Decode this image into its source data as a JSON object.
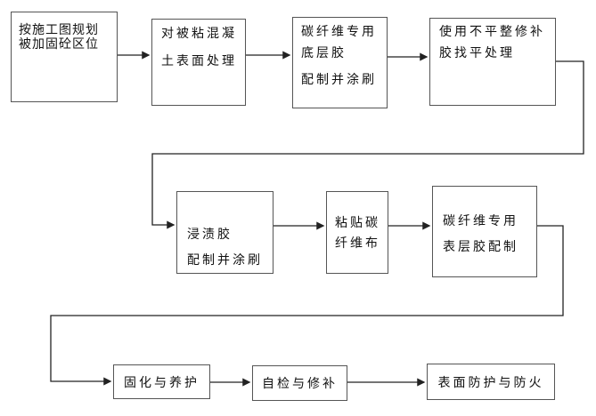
{
  "colors": {
    "box_border": "#555555",
    "connector": "#222222",
    "text": "#111111",
    "background": "#ffffff"
  },
  "nodes": [
    {
      "id": "n1",
      "lines": [
        "按施工图规划",
        "被加固砼区位"
      ]
    },
    {
      "id": "n2",
      "lines": [
        "对被粘混凝",
        "土表面处理"
      ]
    },
    {
      "id": "n3",
      "lines": [
        "碳纤维专用",
        "底层胶",
        "配制并涂刷"
      ]
    },
    {
      "id": "n4",
      "lines": [
        "使用不平整修补",
        "胶找平处理"
      ]
    },
    {
      "id": "n5",
      "lines": [
        "浸渍胶",
        "配制并涂刷"
      ]
    },
    {
      "id": "n6",
      "lines": [
        "粘贴碳",
        "纤维布"
      ]
    },
    {
      "id": "n7",
      "lines": [
        "碳纤维专用",
        "表层胶配制"
      ]
    },
    {
      "id": "n8",
      "lines": [
        "固化与养护"
      ]
    },
    {
      "id": "n9",
      "lines": [
        "自检与修补"
      ]
    },
    {
      "id": "n10",
      "lines": [
        "表面防护与防火"
      ]
    }
  ]
}
